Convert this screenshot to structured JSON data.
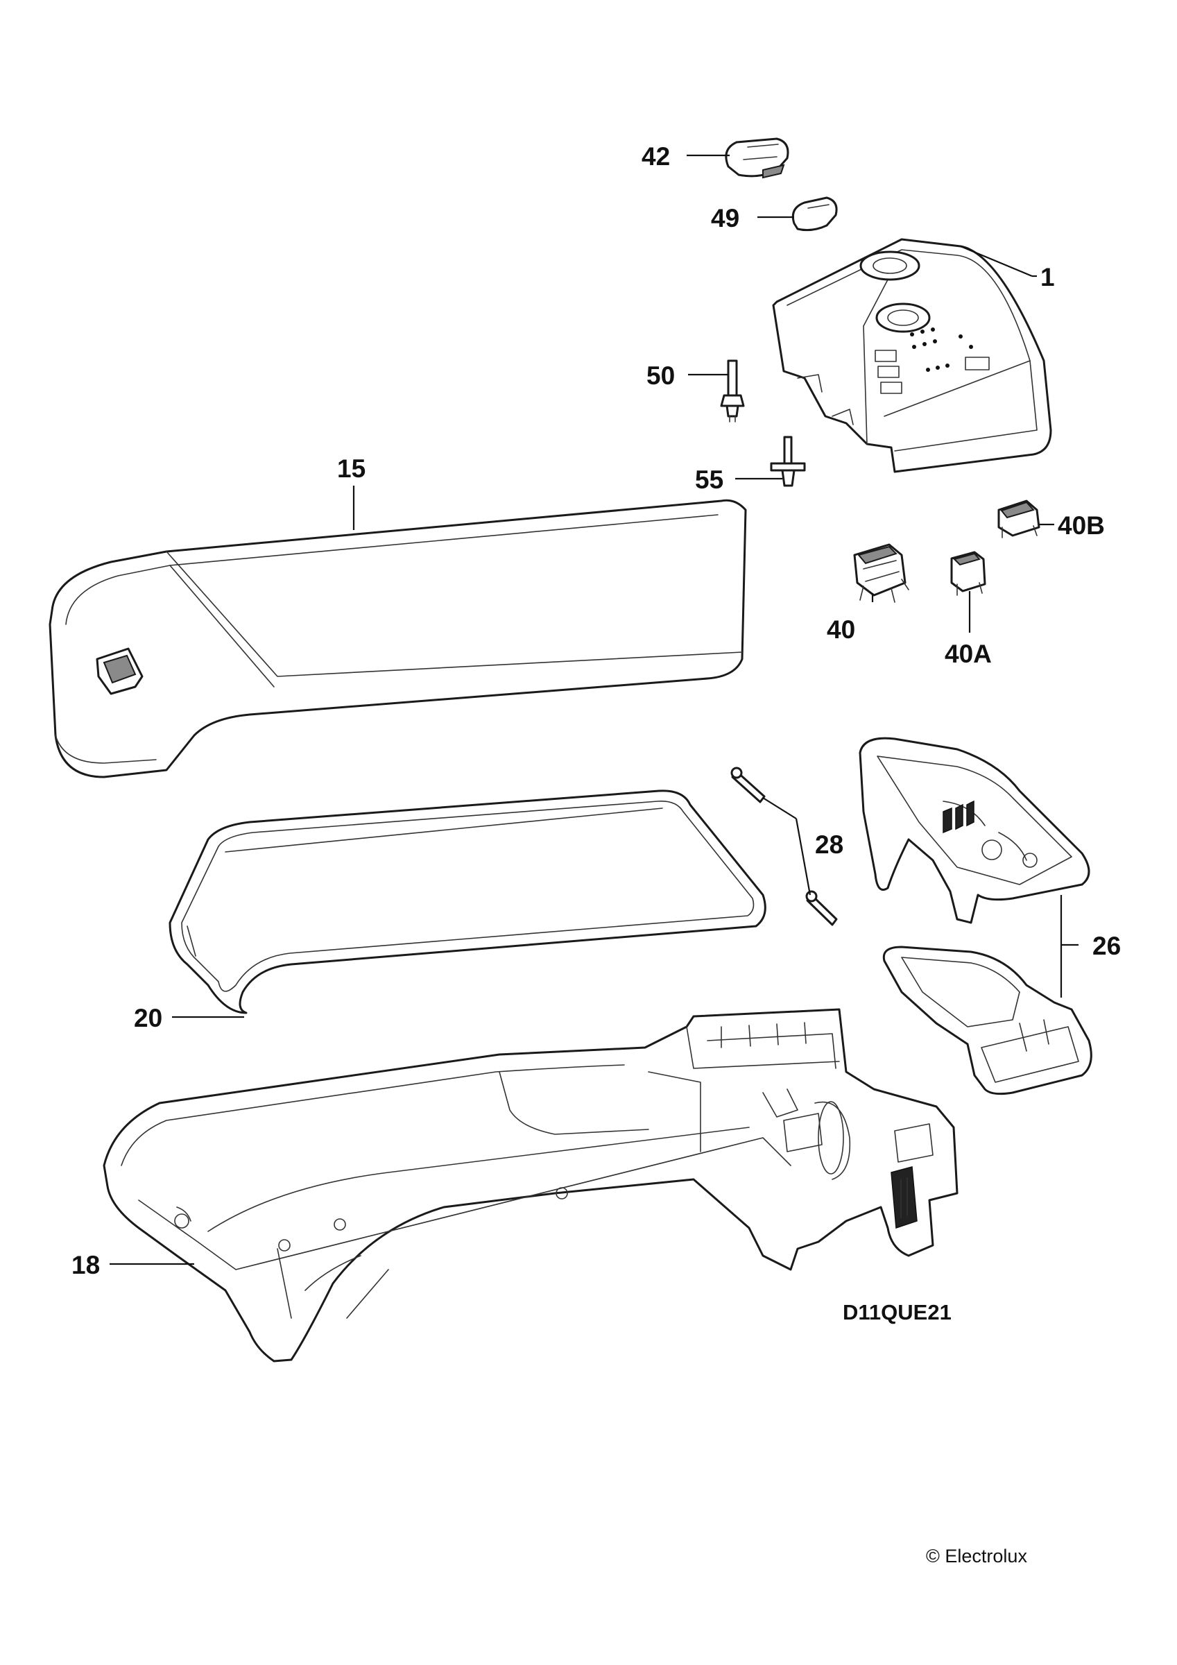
{
  "labels": {
    "p42": "42",
    "p49": "49",
    "p1": "1",
    "p50": "50",
    "p55": "55",
    "p15": "15",
    "p40B": "40B",
    "p40": "40",
    "p40A": "40A",
    "p28": "28",
    "p26": "26",
    "p20": "20",
    "p18": "18"
  },
  "drawing_code": "D11QUE21",
  "copyright": "© Electrolux"
}
